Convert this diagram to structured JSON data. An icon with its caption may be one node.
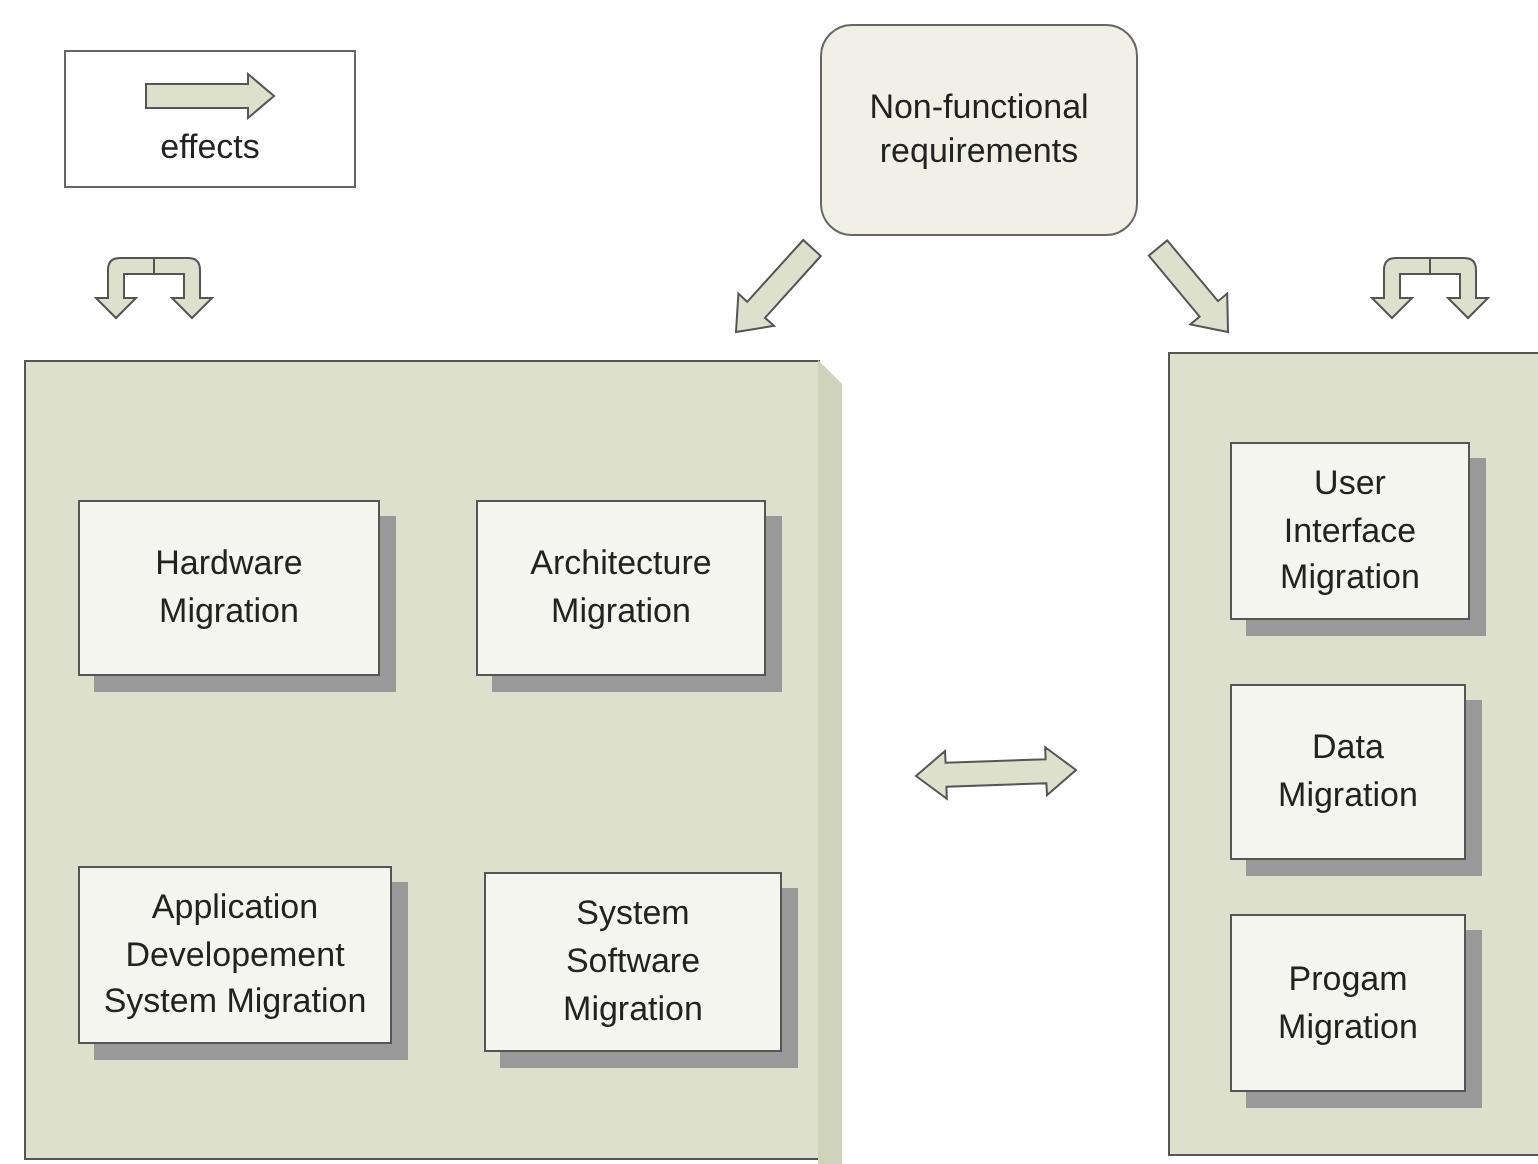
{
  "diagram": {
    "nodes": [
      {
        "text": [
          "Non-functional requirements"
        ]
      },
      {
        "text": [],
        "shape": "box"
      },
      {
        "text": [
          "Hardware Migration"
        ],
        "in": 1
      },
      {
        "text": [
          "Architecture Migration"
        ],
        "in": 1
      },
      {
        "text": [
          "Application Developement System Migration"
        ],
        "in": 1
      },
      {
        "text": [
          "System Software Migration"
        ],
        "in": 1
      },
      {
        "text": [],
        "shape": "box"
      },
      {
        "text": [
          "User Interface Migration"
        ],
        "in": 6
      },
      {
        "text": [
          "Data Migration"
        ],
        "in": 6
      },
      {
        "text": [
          "Progam Migration"
        ],
        "in": 6
      }
    ],
    "edges": [
      {
        "from": 0,
        "to": 1,
        "arrow": "to"
      },
      {
        "from": 0,
        "to": 6,
        "arrow": "to"
      },
      {
        "from": 1,
        "to": 6,
        "arrow": "both"
      }
    ],
    "legend": [
      {
        "text": "effects"
      }
    ]
  }
}
